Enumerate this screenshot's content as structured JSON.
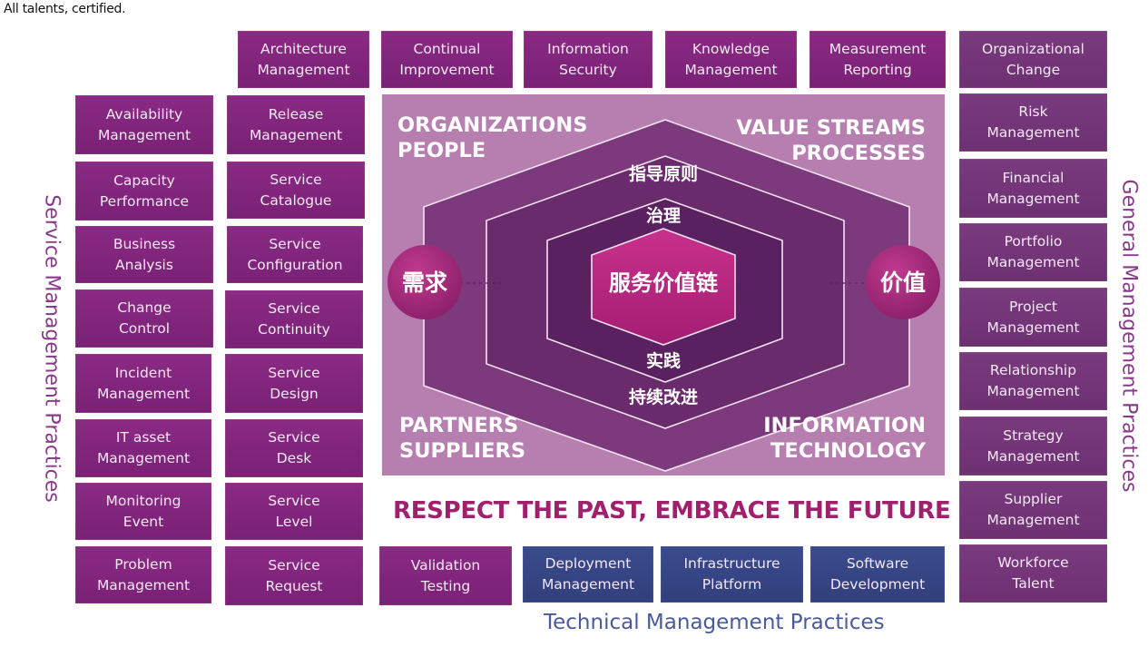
{
  "tagline": "All talents, certified.",
  "top_row": [
    {
      "label": "Architecture\nManagement"
    },
    {
      "label": "Continual\nImprovement"
    },
    {
      "label": "Information\nSecurity"
    },
    {
      "label": "Knowledge\nManagement"
    },
    {
      "label": "Measurement\nReporting"
    }
  ],
  "left_col1": [
    {
      "label": "Availability\nManagement"
    },
    {
      "label": "Capacity\nPerformance"
    },
    {
      "label": "Business\nAnalysis"
    },
    {
      "label": "Change\nControl"
    },
    {
      "label": "Incident\nManagement"
    },
    {
      "label": "IT asset\nManagement"
    },
    {
      "label": "Monitoring\nEvent"
    },
    {
      "label": "Problem\nManagement"
    }
  ],
  "left_col2": [
    {
      "label": "Release\nManagement"
    },
    {
      "label": "Service\nCatalogue"
    },
    {
      "label": "Service\nConfiguration"
    },
    {
      "label": "Service\nContinuity"
    },
    {
      "label": "Service\nDesign"
    },
    {
      "label": "Service\nDesk"
    },
    {
      "label": "Service\nLevel"
    },
    {
      "label": "Service\nRequest"
    }
  ],
  "right_col": [
    {
      "label": "Organizational\nChange"
    },
    {
      "label": "Risk\nManagement"
    },
    {
      "label": "Financial\nManagement"
    },
    {
      "label": "Portfolio\nManagement"
    },
    {
      "label": "Project\nManagement"
    },
    {
      "label": "Relationship\nManagement"
    },
    {
      "label": "Strategy\nManagement"
    },
    {
      "label": "Supplier\nManagement"
    },
    {
      "label": "Workforce\nTalent"
    }
  ],
  "bottom_row": [
    {
      "label": "Validation\nTesting"
    },
    {
      "label": "Deployment\nManagement"
    },
    {
      "label": "Infrastructure\nPlatform"
    },
    {
      "label": "Software\nDevelopment"
    }
  ],
  "center": {
    "corner_tl": [
      "ORGANIZATIONS",
      "PEOPLE"
    ],
    "corner_tr": [
      "VALUE STREAMS",
      "PROCESSES"
    ],
    "corner_bl": [
      "PARTNERS",
      "SUPPLIERS"
    ],
    "corner_br": [
      "INFORMATION",
      "TECHNOLOGY"
    ],
    "ring1": "指导原则",
    "ring2": "治理",
    "core": "服务价值链",
    "ring3": "实践",
    "ring4": "持续改进",
    "left_circle": "需求",
    "right_circle": "价值"
  },
  "labels": {
    "left_vertical": "Service Management Practices",
    "right_vertical": "General Management Practices",
    "bottom": "Technical Management Practices",
    "slogan": "RESPECT THE PAST, EMBRACE THE FUTURE"
  },
  "colors": {
    "tile": "#8a2a84",
    "tile_general": "#7a3a7e",
    "tile_technical": "#3a4b8c",
    "panel": "#b77fb0",
    "slogan": "#a0206e",
    "core": "#b5247e"
  }
}
